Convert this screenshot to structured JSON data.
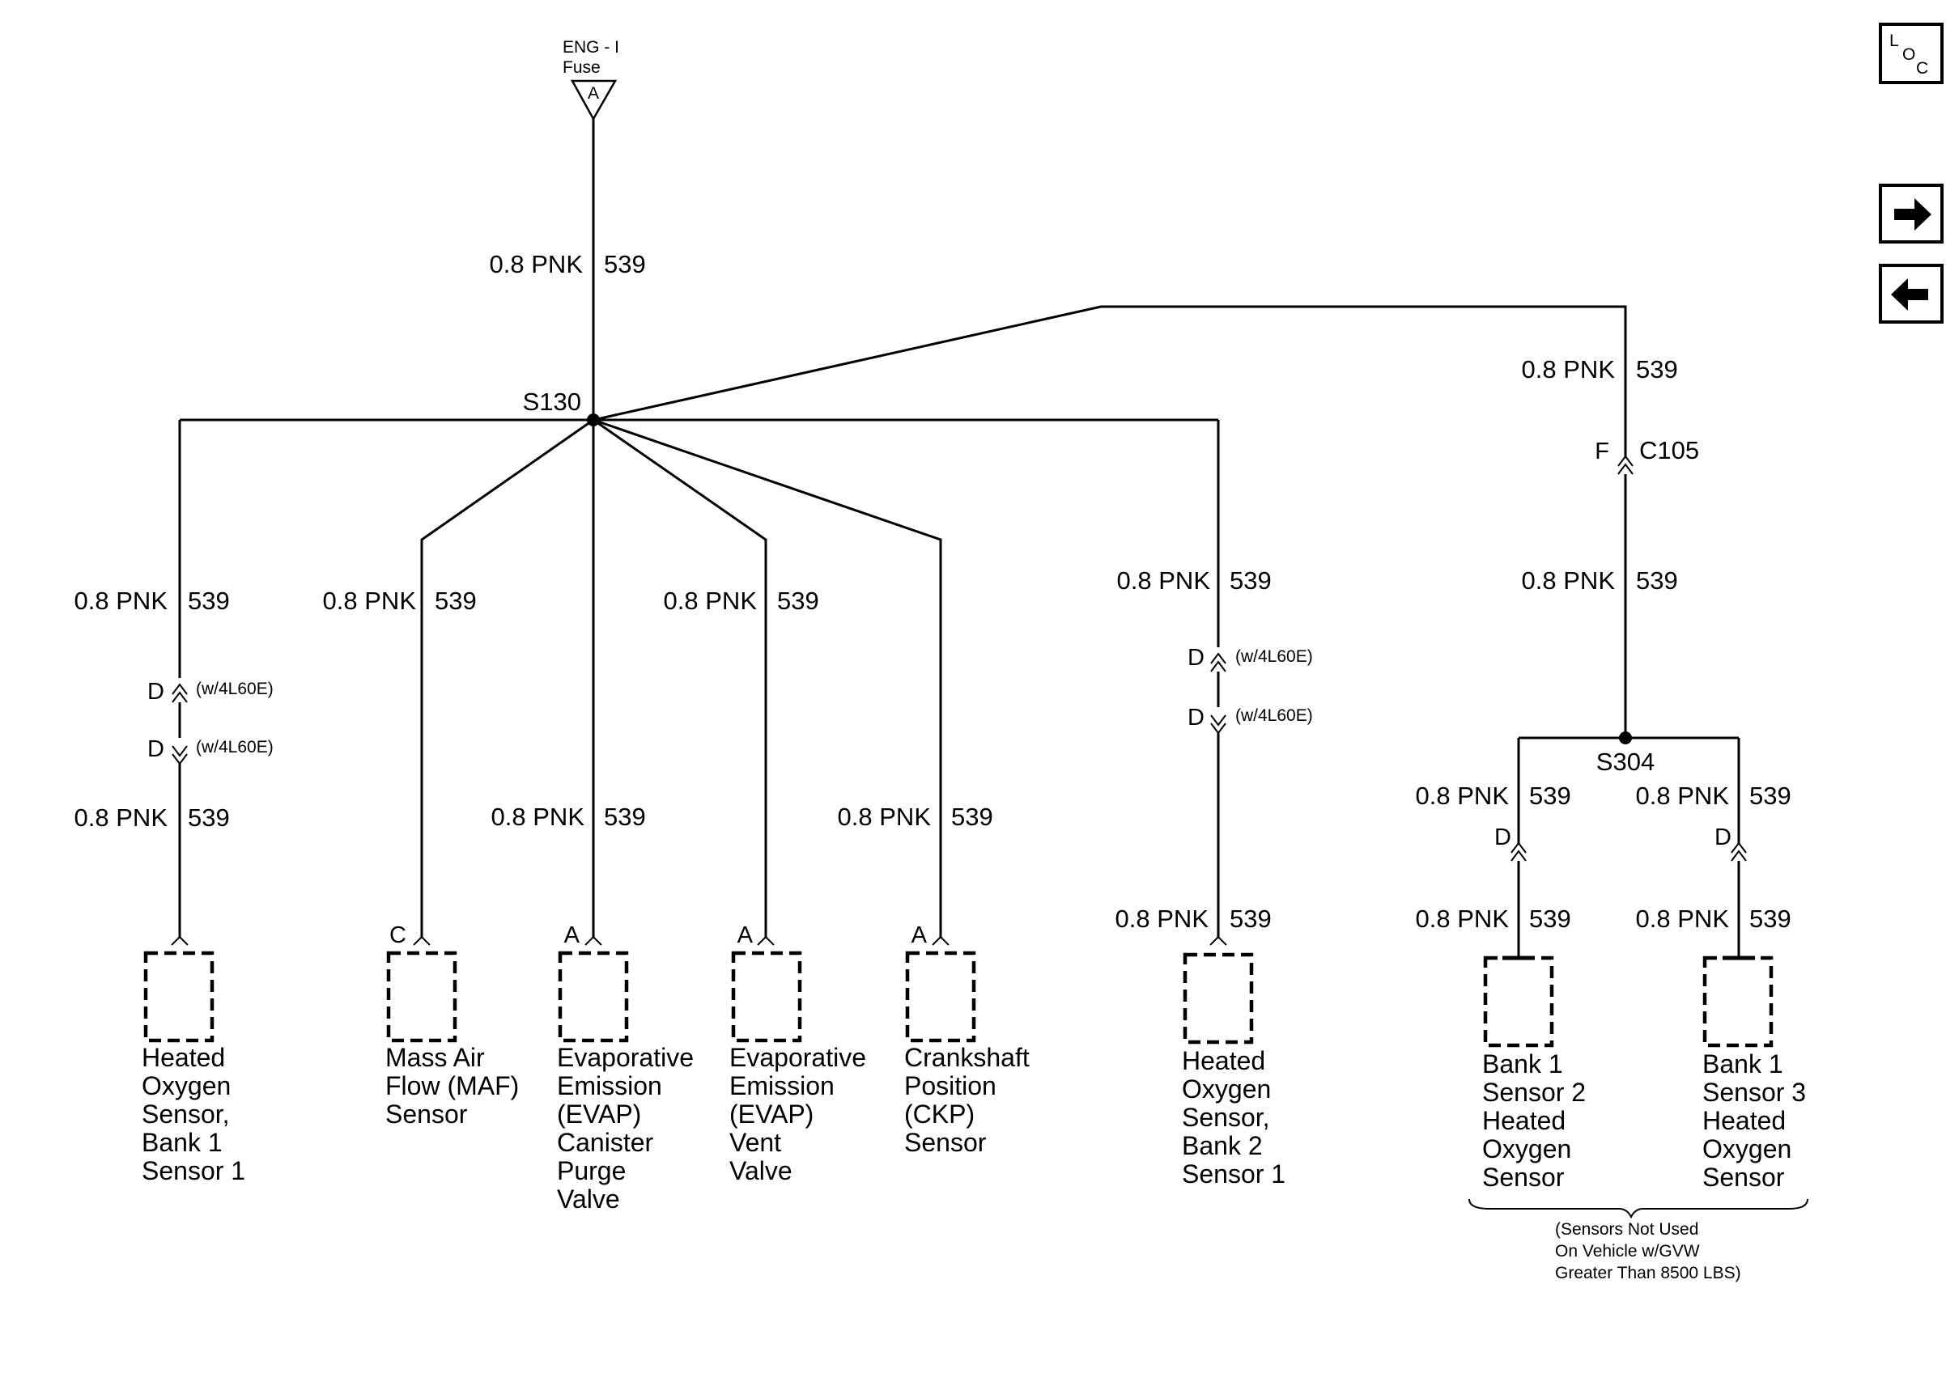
{
  "power_source": {
    "line1": "ENG - I",
    "line2": "Fuse",
    "pin": "A"
  },
  "wire_color": "0.8 PNK",
  "circuit": "539",
  "splices": {
    "main": "S130",
    "rear": "S304"
  },
  "connector_c105": {
    "cavity": "F",
    "name": "C105"
  },
  "inline_connector": {
    "cavity": "D",
    "condition": "(w/4L60E)"
  },
  "components": [
    {
      "pin": "",
      "lines": [
        "Heated",
        "Oxygen",
        "Sensor,",
        "Bank 1",
        "Sensor 1"
      ]
    },
    {
      "pin": "C",
      "lines": [
        "Mass Air",
        "Flow (MAF)",
        "Sensor"
      ]
    },
    {
      "pin": "A",
      "lines": [
        "Evaporative",
        "Emission",
        "(EVAP)",
        "Canister",
        "Purge",
        "Valve"
      ]
    },
    {
      "pin": "A",
      "lines": [
        "Evaporative",
        "Emission",
        "(EVAP)",
        "Vent",
        "Valve"
      ]
    },
    {
      "pin": "A",
      "lines": [
        "Crankshaft",
        "Position",
        "(CKP)",
        "Sensor"
      ]
    },
    {
      "pin": "",
      "lines": [
        "Heated",
        "Oxygen",
        "Sensor,",
        "Bank 2",
        "Sensor 1"
      ]
    },
    {
      "pin": "",
      "lines": [
        "Bank 1",
        "Sensor 2",
        "Heated",
        "Oxygen",
        "Sensor"
      ]
    },
    {
      "pin": "",
      "lines": [
        "Bank 1",
        "Sensor 3",
        "Heated",
        "Oxygen",
        "Sensor"
      ]
    }
  ],
  "note": [
    "(Sensors Not Used",
    "On Vehicle w/GVW",
    "Greater Than 8500 LBS)"
  ],
  "nav": {
    "loc_letters": [
      "L",
      "O",
      "C"
    ],
    "next_icon": "arrow-right-icon",
    "prev_icon": "arrow-left-icon"
  }
}
